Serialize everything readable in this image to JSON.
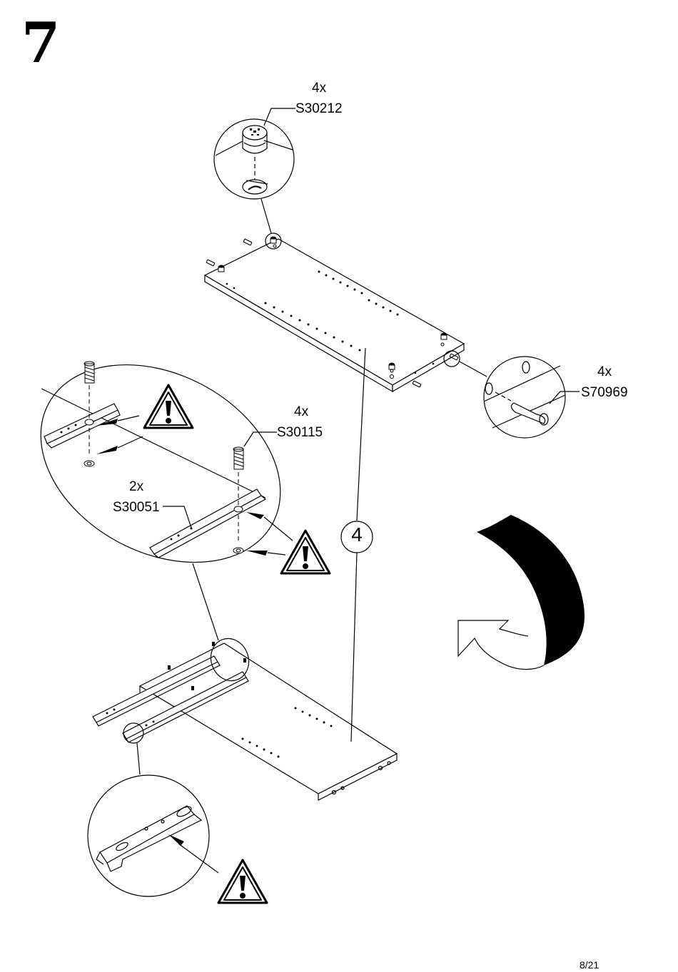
{
  "step_number": "7",
  "page_number": "8/21",
  "callouts": {
    "cam_lock": {
      "qty": "4x",
      "code": "S30212"
    },
    "dowel": {
      "qty": "4x",
      "code": "S70969"
    },
    "screw": {
      "qty": "4x",
      "code": "S30115"
    },
    "rail": {
      "qty": "2x",
      "code": "S30051"
    }
  },
  "part_label": "4",
  "icons": [
    "warning-icon",
    "warning-icon",
    "warning-icon",
    "rotate-arrow-icon"
  ]
}
